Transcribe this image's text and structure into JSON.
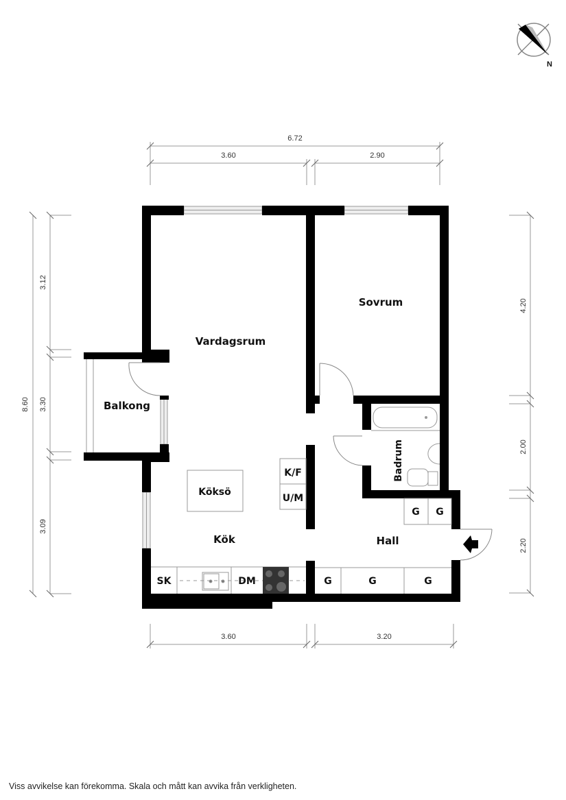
{
  "compass": {
    "north_label": "N"
  },
  "rooms": {
    "vardagsrum": "Vardagsrum",
    "sovrum": "Sovrum",
    "balkong": "Balkong",
    "badrum": "Badrum",
    "koksö": "Köksö",
    "kok": "Kök",
    "hall": "Hall"
  },
  "fixtures": {
    "kf": "K/F",
    "um": "U/M",
    "sk": "SK",
    "dm": "DM",
    "g1": "G",
    "g2": "G",
    "g3": "G",
    "g4": "G",
    "g5": "G"
  },
  "dimensions": {
    "top_total": "6.72",
    "top_left": "3.60",
    "top_right": "2.90",
    "bottom_left": "3.60",
    "bottom_right": "3.20",
    "left_total": "8.60",
    "left_top": "3.12",
    "left_mid": "3.30",
    "left_bottom": "3.09",
    "right_top": "4.20",
    "right_mid": "2.00",
    "right_bottom": "2.20"
  },
  "footer": {
    "disclaimer": "Viss avvikelse kan förekomma. Skala och mått kan avvika från verkligheten."
  }
}
